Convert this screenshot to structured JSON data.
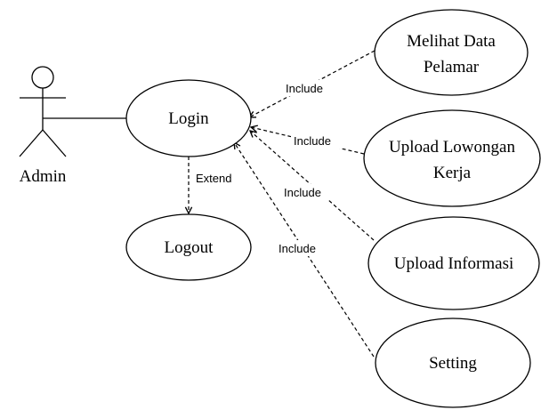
{
  "actor": {
    "name": "Admin"
  },
  "use_cases": {
    "login": "Login",
    "logout": "Logout",
    "melihat_data_pelamar": [
      "Melihat Data",
      "Pelamar"
    ],
    "upload_lowongan_kerja": [
      "Upload Lowongan",
      "Kerja"
    ],
    "upload_informasi": "Upload Informasi",
    "setting": "Setting"
  },
  "relations": {
    "extend": "Extend",
    "include_1": "Include",
    "include_2": "Include",
    "include_3": "Include",
    "include_4": "Include"
  },
  "colors": {
    "stroke": "#000000",
    "background": "#ffffff"
  }
}
